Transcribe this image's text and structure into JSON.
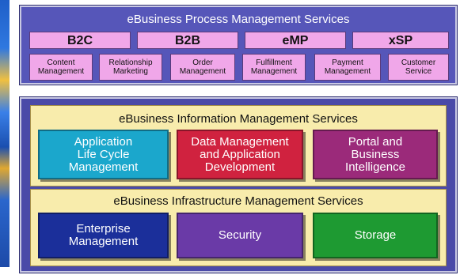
{
  "process": {
    "title": "eBusiness Process Management Services",
    "tabs": [
      "B2C",
      "B2B",
      "eMP",
      "xSP"
    ],
    "subs": [
      "Content\nManagement",
      "Relationship\nMarketing",
      "Order\nManagement",
      "Fulfillment\nManagement",
      "Payment\nManagement",
      "Customer\nService"
    ]
  },
  "information": {
    "title": "eBusiness Information Management Services",
    "boxes": [
      {
        "label": "Application\nLife Cycle\nManagement",
        "color": "#1ba7cc"
      },
      {
        "label": "Data Management\nand Application\nDevelopment",
        "color": "#d0223f"
      },
      {
        "label": "Portal and\nBusiness\nIntelligence",
        "color": "#9b2a7a"
      }
    ]
  },
  "infrastructure": {
    "title": "eBusiness Infrastructure Management Services",
    "boxes": [
      {
        "label": "Enterprise\nManagement",
        "color": "#1b2f9a"
      },
      {
        "label": "Security",
        "color": "#6a3aa7"
      },
      {
        "label": "Storage",
        "color": "#1e9a32"
      }
    ]
  }
}
